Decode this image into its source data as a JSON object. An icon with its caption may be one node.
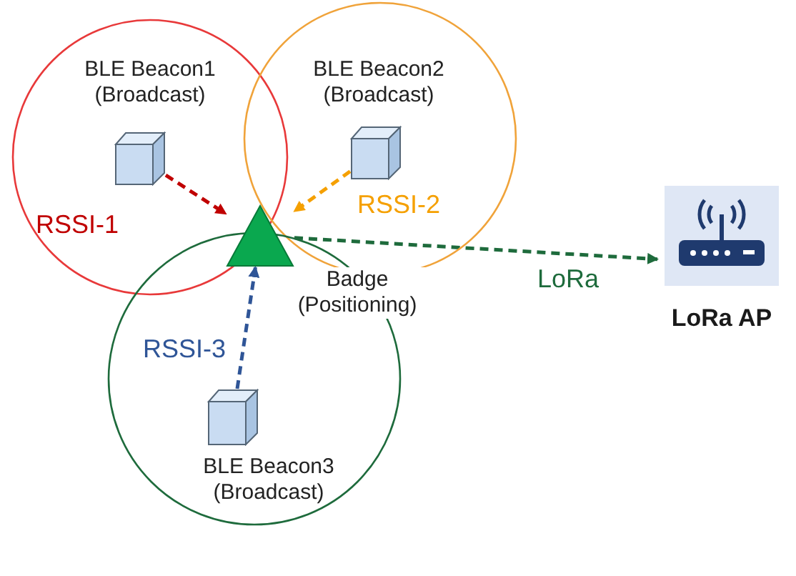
{
  "diagram": {
    "nodes": [
      {
        "text": [
          "BLE Beacon1 (Broadcast)"
        ]
      },
      {
        "text": [],
        "shape": "box",
        "in": 0
      },
      {
        "text": [
          "BLE Beacon2 (Broadcast)"
        ]
      },
      {
        "text": [],
        "shape": "box",
        "in": 2
      },
      {
        "text": [
          "BLE Beacon3 (Broadcast)"
        ]
      },
      {
        "text": [],
        "shape": "box",
        "in": 4
      },
      {
        "text": [
          "Badge (Positioning)"
        ]
      },
      {
        "text": [
          "LoRa AP"
        ]
      }
    ],
    "edges": [
      {
        "from": 1,
        "to": 6,
        "arrow": "to",
        "label": "RSSI-1",
        "style": "dashed",
        "color": "#c00000"
      },
      {
        "from": 3,
        "to": 6,
        "arrow": "to",
        "label": "RSSI-2",
        "style": "dashed",
        "color": "#f5a000"
      },
      {
        "from": 5,
        "to": 6,
        "arrow": "to",
        "label": "RSSI-3",
        "style": "dashed",
        "color": "#2f5597"
      },
      {
        "from": 6,
        "to": 7,
        "arrow": "to",
        "label": "LoRa",
        "style": "dashed",
        "color": "#1e6b3c"
      }
    ]
  }
}
